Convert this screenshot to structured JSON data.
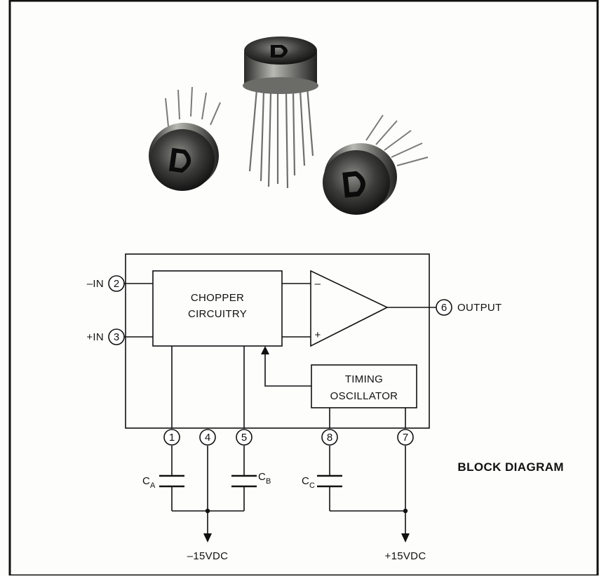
{
  "blocks": {
    "chopper_line1": "CHOPPER",
    "chopper_line2": "CIRCUITRY",
    "timing_line1": "TIMING",
    "timing_line2": "OSCILLATOR",
    "amp_minus": "–",
    "amp_plus": "+"
  },
  "pins": {
    "p1": "1",
    "p2": "2",
    "p3": "3",
    "p4": "4",
    "p5": "5",
    "p6": "6",
    "p7": "7",
    "p8": "8"
  },
  "signals": {
    "neg_in": "–IN",
    "pos_in": "+IN",
    "output": "OUTPUT",
    "neg_supply": "–15VDC",
    "pos_supply": "+15VDC"
  },
  "capacitors": {
    "ca_main": "C",
    "ca_sub": "A",
    "cb_main": "C",
    "cb_sub": "B",
    "cc_main": "C",
    "cc_sub": "C"
  },
  "heading": "BLOCK DIAGRAM",
  "photo": {
    "logo_glyph": "D"
  }
}
